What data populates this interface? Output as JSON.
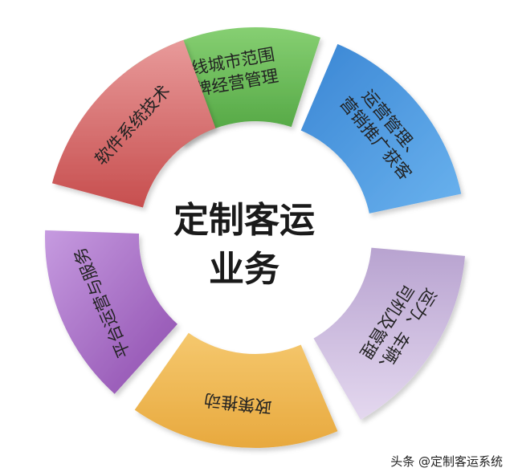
{
  "center": {
    "line1": "定制客运",
    "line2": "业务"
  },
  "segments": [
    {
      "key": "brand",
      "lines": [
        "路线城市范围",
        "品牌经营管理"
      ],
      "color": "#6dbf5d"
    },
    {
      "key": "ops",
      "lines": [
        "运营管理、",
        "营销推广获客"
      ],
      "color": "#4a98dd"
    },
    {
      "key": "capacity",
      "lines": [
        "运力、车辆、",
        "司机及管理"
      ],
      "color": "#c7b5da"
    },
    {
      "key": "policy",
      "lines": [
        "政策推动"
      ],
      "color": "#f0bd62"
    },
    {
      "key": "platform",
      "lines": [
        "平台运营与服务"
      ],
      "color": "#a86bc4"
    },
    {
      "key": "software",
      "lines": [
        "软件系统技术"
      ],
      "color": "#d96b6b"
    }
  ],
  "watermark": "头条 @定制客运系统"
}
